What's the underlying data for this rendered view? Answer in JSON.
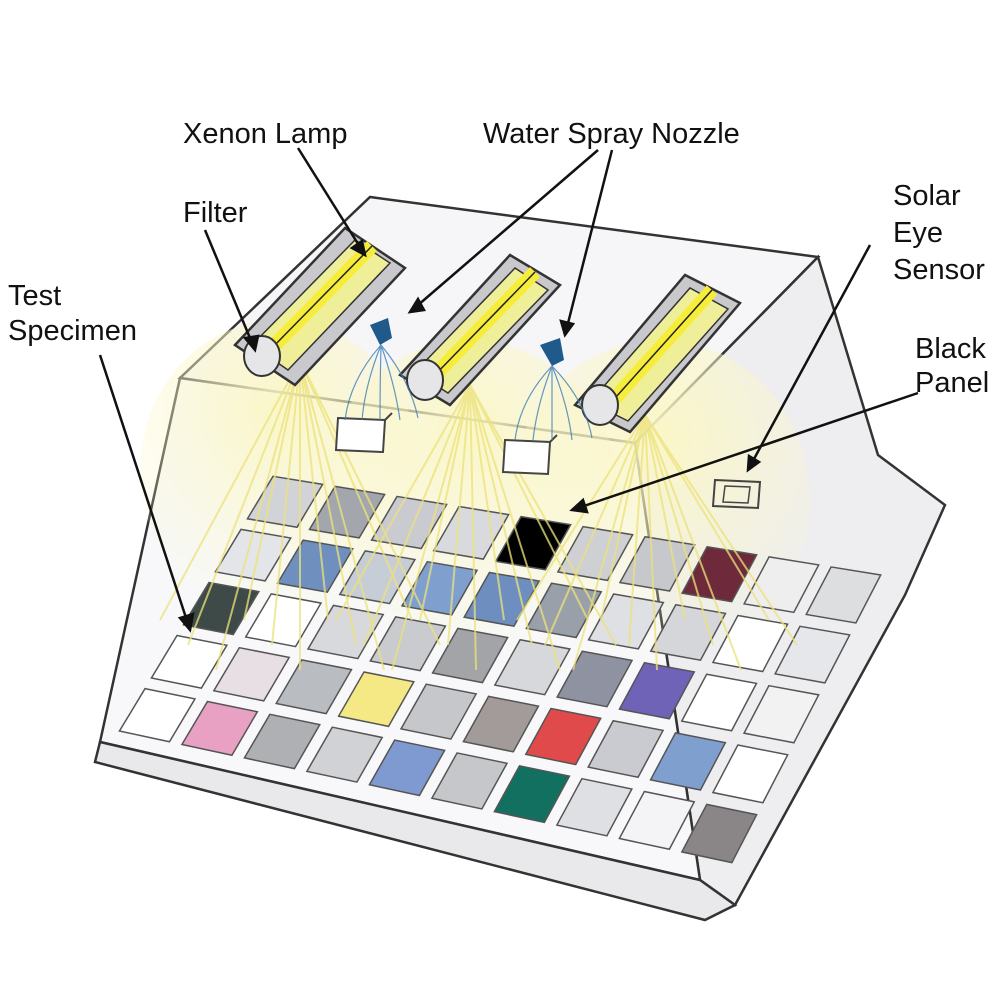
{
  "labels": {
    "xenon_lamp": "Xenon Lamp",
    "water_spray_nozzle": "Water Spray Nozzle",
    "filter": "Filter",
    "test_specimen_line1": "Test",
    "test_specimen_line2": "Specimen",
    "solar_eye_line1": "Solar",
    "solar_eye_line2": "Eye",
    "solar_eye_line3": "Sensor",
    "black_panel_line1": "Black",
    "black_panel_line2": "Panel"
  },
  "colors": {
    "chamber_outline": "#333333",
    "chamber_fill": "#f4f4f6",
    "lamp_yellow": "#f6ec3a",
    "light_rays": "#f3eca0",
    "nozzle_blue": "#1f5a8a",
    "black_panel": "#000000"
  },
  "specimen_grid": {
    "back_row": [
      "#d2d3d6",
      "#a3a6ac",
      "#c9cbd0",
      "#d9dadd",
      "#000000",
      "#cfd0d3",
      "#c7c8cb",
      "#6e2a3a",
      "#eeeeee",
      "#dddedf"
    ],
    "row2": [
      "#e4e5e8",
      "#6f8fbf",
      "#c7cdd7",
      "#7f9fcf",
      "#6f8ec0",
      "#9aa0aa",
      "#dfe0e3",
      "#d5d6d9",
      "#ffffff",
      "#e6e7ea"
    ],
    "row3": [
      "#3d4a47",
      "#ffffff",
      "#d8d9dc",
      "#c9cbce",
      "#a3a4a8",
      "#d7d8db",
      "#8f92a0",
      "#6f63b8",
      "#ffffff",
      "#f2f2f2"
    ],
    "row4": [
      "#ffffff",
      "#e8dfe5",
      "#b9bcc0",
      "#f4e985",
      "#c5c7ca",
      "#a29b9a",
      "#e04a4a",
      "#c9cbd0",
      "#7f9fcf",
      "#ffffff"
    ],
    "row5": [
      "#ffffff",
      "#e8a0c3",
      "#aeb0b3",
      "#d0d2d6",
      "#7e9ad0",
      "#c5c7ca",
      "#11705f",
      "#dfe0e3",
      "#f4f4f6",
      "#8a8586"
    ]
  }
}
